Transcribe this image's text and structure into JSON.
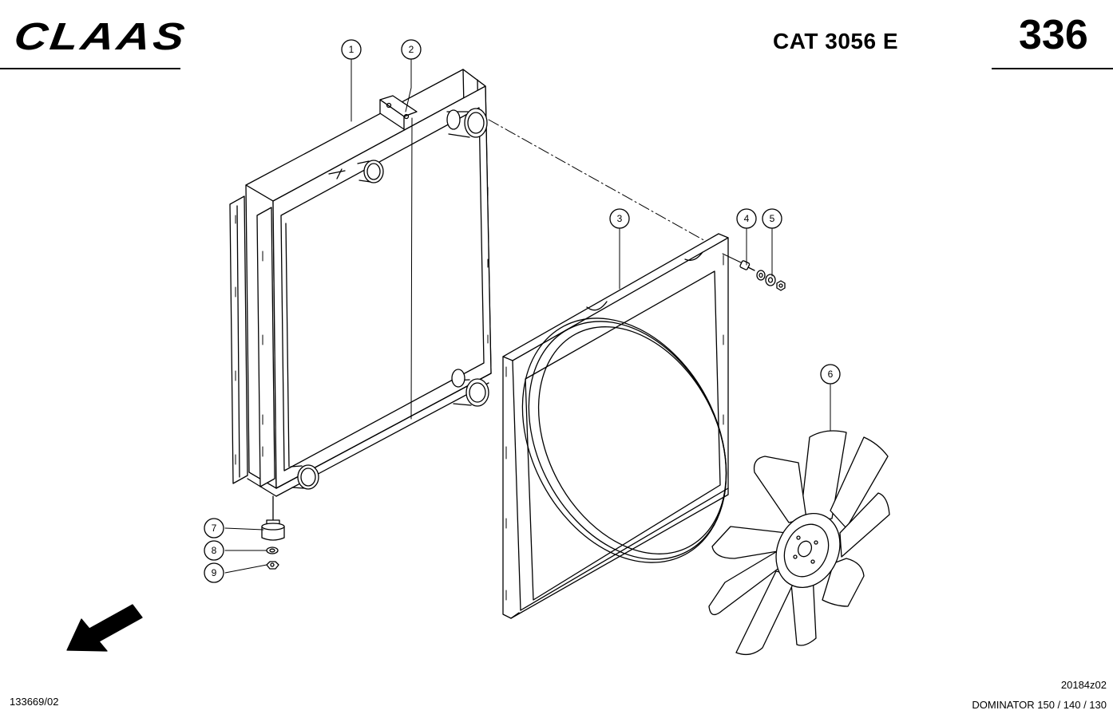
{
  "header": {
    "brand": "CLAAS",
    "model": "CAT 3056 E",
    "page_number": "336"
  },
  "callouts": [
    "1",
    "2",
    "3",
    "4",
    "5",
    "6",
    "7",
    "8",
    "9"
  ],
  "footer": {
    "doc_number": "133669/02",
    "drawing_ref": "20184z02",
    "machine_model": "DOMINATOR 150 / 140 / 130"
  },
  "icons": {
    "brand_logo": "claas-logo",
    "direction": "direction-arrow-icon"
  },
  "colors": {
    "line": "#000000",
    "background": "#ffffff"
  }
}
